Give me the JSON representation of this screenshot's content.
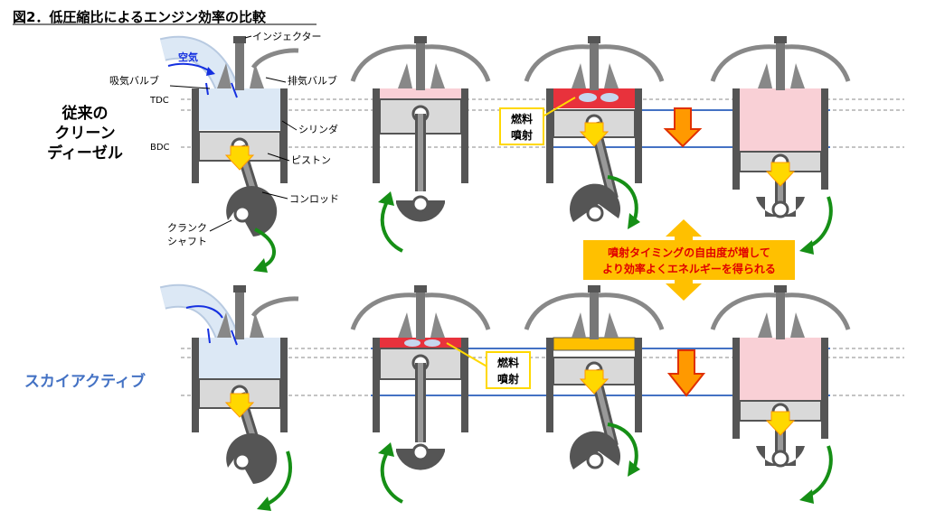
{
  "title": "図2．低圧縮比によるエンジン効率の比較",
  "rows": [
    {
      "label_lines": [
        "従来の",
        "クリーン",
        "ディーゼル"
      ],
      "color": "#000000"
    },
    {
      "label_lines": [
        "スカイアクティブ"
      ],
      "color": "#4472c4"
    }
  ],
  "labels": {
    "injector": "インジェクター",
    "air": "空気",
    "intake_valve": "吸気バルブ",
    "exhaust_valve": "排気バルブ",
    "tdc": "TDC",
    "bdc": "BDC",
    "cylinder": "シリンダ",
    "piston": "ピストン",
    "conrod": "コンロッド",
    "crankshaft_lines": [
      "クランク",
      "シャフト"
    ]
  },
  "fuel_injection_lines": [
    "燃料",
    "噴射"
  ],
  "banner_lines": [
    "噴射タイミングの自由度が増して",
    "より効率よくエネルギーを得られる"
  ],
  "colors": {
    "intake_air": "#dce8f5",
    "combustion_pink": "#f9d0d6",
    "injection_red": "#e8323c",
    "compression_orange": "#ffc000",
    "blue_line": "#4472c4",
    "rotation_green": "#168f16",
    "arrow_orange": "#ff9900",
    "banner_fill": "#ffc000"
  }
}
